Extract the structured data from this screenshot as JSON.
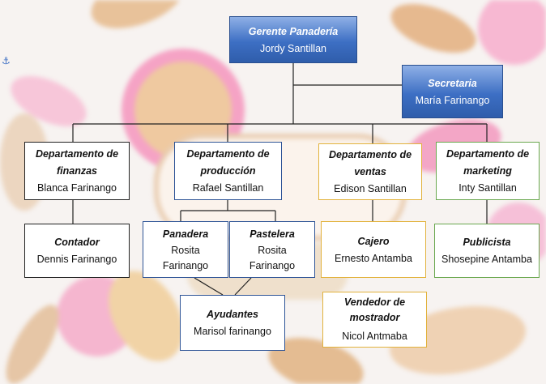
{
  "colors": {
    "header_gradient_top": "#8fb0e6",
    "header_gradient_bottom": "#2f5dab",
    "black_border": "#222222",
    "blue_border": "#2f5597",
    "gold_border": "#e2b23c",
    "green_border": "#6aa84f"
  },
  "anchor_icon": "anchor-icon",
  "nodes": {
    "gerente": {
      "title": "Gerente Panadería",
      "name": "Jordy Santillan"
    },
    "secretaria": {
      "title": "Secretaria",
      "name": "María Farinango"
    },
    "finanzas": {
      "title": "Departamento de finanzas",
      "name": "Blanca Farinango"
    },
    "produccion": {
      "title": "Departamento de producción",
      "name": "Rafael Santillan"
    },
    "ventas": {
      "title": "Departamento de ventas",
      "name": "Edison Santillan"
    },
    "marketing": {
      "title": "Departamento de marketing",
      "name": "Inty Santillan"
    },
    "contador": {
      "title": "Contador",
      "name": "Dennis Farinango"
    },
    "panadera": {
      "title": "Panadera",
      "name": "Rosita Farinango"
    },
    "pastelera": {
      "title": "Pastelera",
      "name": "Rosita Farinango"
    },
    "cajero": {
      "title": "Cajero",
      "name": "Ernesto Antamba"
    },
    "publicista": {
      "title": "Publicista",
      "name": "Shosepine Antamba"
    },
    "ayudantes": {
      "title": "Ayudantes",
      "name": "Marisol farinango"
    },
    "vendedor": {
      "title": "Vendedor de mostrador",
      "name": "Nicol Antmaba"
    }
  }
}
